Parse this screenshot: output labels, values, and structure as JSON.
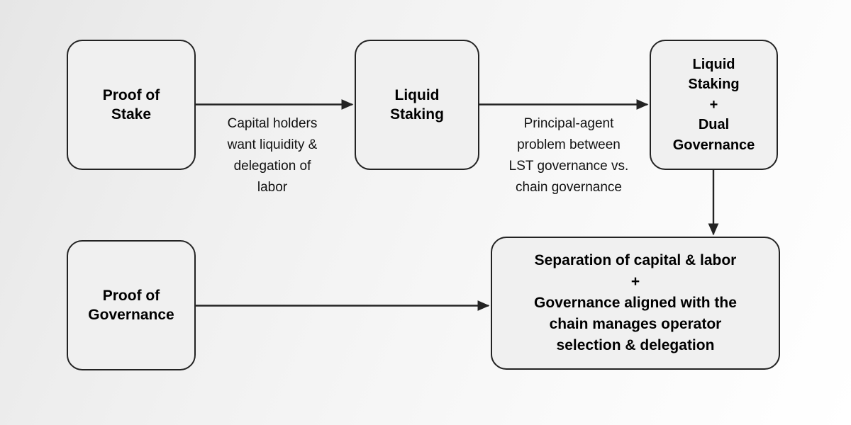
{
  "diagram": {
    "type": "flow-diagram",
    "title": "Proof of Stake to Proof of Governance flow",
    "background": {
      "gradient_from": "#e6e6e6",
      "gradient_to": "#ffffff",
      "direction": "top-left to bottom-right"
    },
    "style": {
      "node_border_color": "#232323",
      "node_fill_color": "#f0f0f0",
      "node_text_color": "#000000",
      "edge_color": "#232323",
      "edge_label_color": "#111111"
    },
    "nodes": [
      {
        "id": "proof-of-stake",
        "label": "Proof of\nStake",
        "row": "top",
        "column": 1
      },
      {
        "id": "liquid-staking",
        "label": "Liquid\nStaking",
        "row": "top",
        "column": 2
      },
      {
        "id": "liquid-staking-dual-governance",
        "label": "Liquid\nStaking\n+\nDual\nGovernance",
        "row": "top",
        "column": 3
      },
      {
        "id": "proof-of-governance",
        "label": "Proof of\nGovernance",
        "row": "bottom",
        "column": 1
      },
      {
        "id": "outcome",
        "label": "Separation of capital & labor\n+\nGovernance aligned with the\nchain manages operator\nselection & delegation",
        "row": "bottom",
        "column": 3
      }
    ],
    "edges": [
      {
        "id": "pos-to-liquid-staking",
        "from": "proof-of-stake",
        "to": "liquid-staking",
        "direction": "right",
        "label": "Capital holders\nwant liquidity &\ndelegation of\nlabor"
      },
      {
        "id": "liquid-staking-to-dual-governance",
        "from": "liquid-staking",
        "to": "liquid-staking-dual-governance",
        "direction": "right",
        "label": "Principal-agent\nproblem between\nLST governance vs.\nchain governance"
      },
      {
        "id": "dual-governance-to-outcome",
        "from": "liquid-staking-dual-governance",
        "to": "outcome",
        "direction": "down",
        "label": ""
      },
      {
        "id": "proof-of-governance-to-outcome",
        "from": "proof-of-governance",
        "to": "outcome",
        "direction": "right",
        "label": ""
      }
    ]
  }
}
